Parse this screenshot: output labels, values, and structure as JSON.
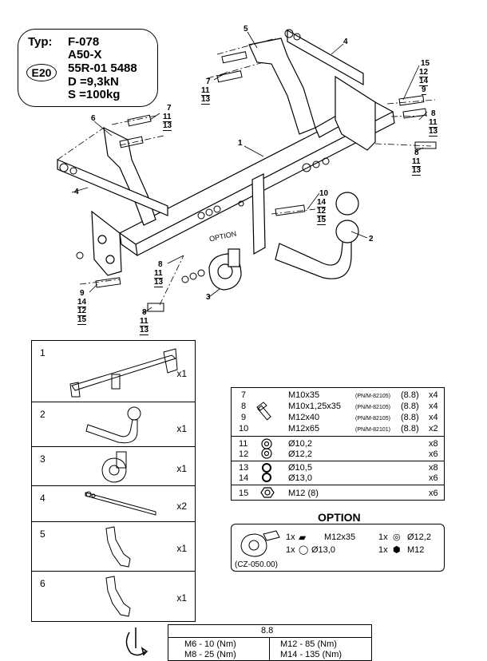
{
  "type_box": {
    "typ_label": "Typ:",
    "model": "F-078",
    "code": "A50-X",
    "approval_mark": "E20",
    "approval_number": "55R-01 5488",
    "d_value": "D =9,3kN",
    "s_value": "S =100kg"
  },
  "callouts": {
    "c5": "5",
    "c4_top": "4",
    "c15": "15",
    "c12a": "12",
    "c14a": "14",
    "c9a": "9",
    "c7_top": "7",
    "c11_top": "11",
    "c13_top": "13",
    "c6": "6",
    "c7_left": "7",
    "c11_left": "11",
    "c13_left": "13",
    "c1": "1",
    "c8_r1": "8",
    "c11_r1": "11",
    "c13_r1": "13",
    "c8_r2": "8",
    "c11_r2": "11",
    "c13_r2": "13",
    "c4_left": "4",
    "c10": "10",
    "c14b": "14",
    "c12b": "12",
    "c15b": "15",
    "c2": "2",
    "option_label": "OPTION",
    "c8_m": "8",
    "c11_m": "11",
    "c13_m": "13",
    "c3": "3",
    "c9_l": "9",
    "c14_l": "14",
    "c12_l": "12",
    "c15_l": "15",
    "c8_b": "8",
    "c11_b": "11",
    "c13_b": "13"
  },
  "parts": [
    {
      "num": "1",
      "qty": "x1"
    },
    {
      "num": "2",
      "qty": "x1"
    },
    {
      "num": "3",
      "qty": "x1"
    },
    {
      "num": "4",
      "qty": "x2"
    },
    {
      "num": "5",
      "qty": "x1"
    },
    {
      "num": "6",
      "qty": "x1"
    }
  ],
  "bolts": [
    {
      "num": "7",
      "size": "M10x35",
      "norm": "(PN/M-82105)",
      "grade": "(8.8)",
      "qty": "x4"
    },
    {
      "num": "8",
      "size": "M10x1,25x35",
      "norm": "(PN/M-82105)",
      "grade": "(8.8)",
      "qty": "x4"
    },
    {
      "num": "9",
      "size": "M12x40",
      "norm": "(PN/M-82105)",
      "grade": "(8.8)",
      "qty": "x4"
    },
    {
      "num": "10",
      "size": "M12x65",
      "norm": "(PN/M-82101)",
      "grade": "(8.8)",
      "qty": "x2"
    }
  ],
  "washers_flat": [
    {
      "num": "11",
      "size": "Ø10,2",
      "qty": "x8"
    },
    {
      "num": "12",
      "size": "Ø12,2",
      "qty": "x6"
    }
  ],
  "washers_spring": [
    {
      "num": "13",
      "size": "Ø10,5",
      "qty": "x8"
    },
    {
      "num": "14",
      "size": "Ø13,0",
      "qty": "x6"
    }
  ],
  "nuts": [
    {
      "num": "15",
      "size": "M12 (8)",
      "qty": "x6"
    }
  ],
  "option": {
    "title": "OPTION",
    "line1_qty1": "1x",
    "line1_item1": "M12x35",
    "line1_qty2": "1x",
    "line1_item2": "Ø12,2",
    "line2_qty1": "1x",
    "line2_item1": "Ø13,0",
    "line2_qty2": "1x",
    "line2_item2": "M12",
    "code": "(CZ-050.00)"
  },
  "torque": {
    "grade": "8.8",
    "rows": [
      {
        "left": "M6  -  10 (Nm)",
        "right": "M12 -  85 (Nm)"
      },
      {
        "left": "M8  -  25 (Nm)",
        "right": "M14 - 135 (Nm)"
      }
    ]
  },
  "colors": {
    "ink": "#000000",
    "paper": "#ffffff"
  }
}
